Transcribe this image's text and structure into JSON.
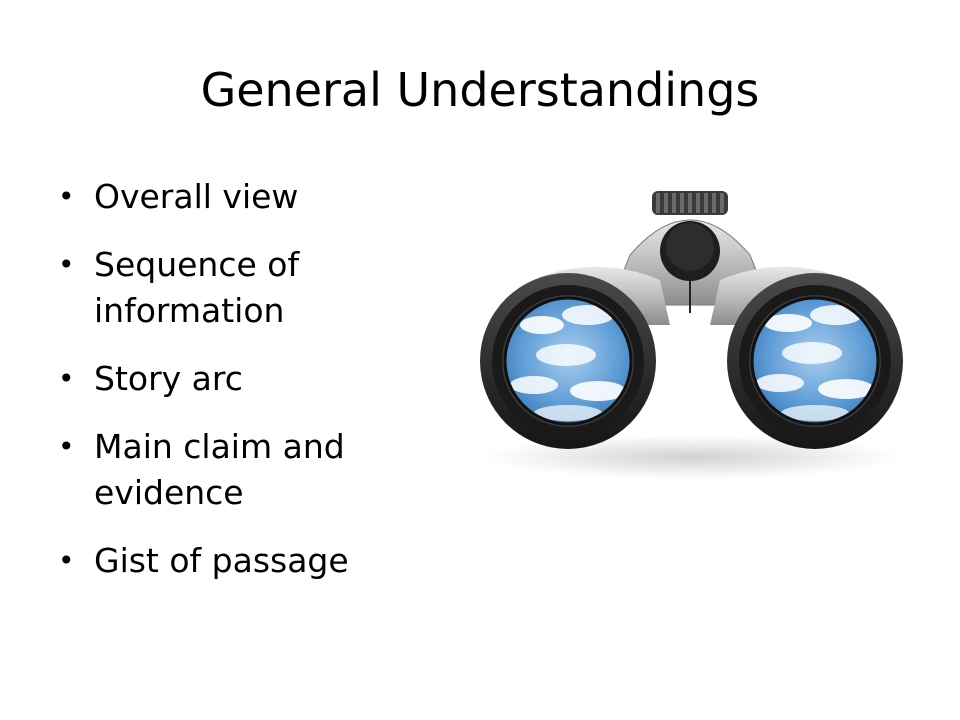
{
  "slide": {
    "title": "General Understandings",
    "bullets": [
      {
        "label": "Overall view"
      },
      {
        "label": "Sequence of information"
      },
      {
        "label": "Story arc"
      },
      {
        "label": "Main claim and evidence"
      },
      {
        "label": "Gist of passage"
      }
    ],
    "bullet_symbol": "•",
    "image": {
      "icon": "binoculars-icon",
      "lens_colors": {
        "sky": "#4f8fce",
        "sky_light": "#9cc6ec",
        "cloud": "#ffffff"
      },
      "body_colors": {
        "rubber": "#2b2b2b",
        "metal": "#c9c9c9"
      }
    }
  }
}
